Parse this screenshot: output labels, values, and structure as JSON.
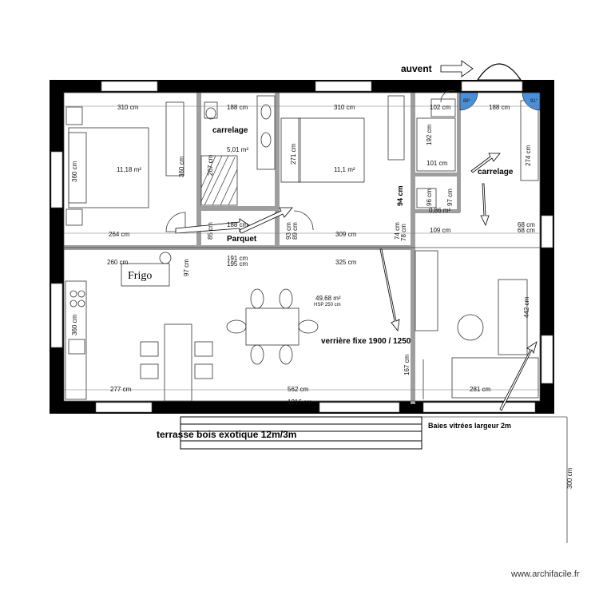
{
  "labels": {
    "auvent": "auvent",
    "carrelage_1": "carrelage",
    "carrelage_2": "carrelage",
    "parquet": "Parquet",
    "frigo": "Frigo",
    "verriere": "verrière fixe 1900 / 1250",
    "terrasse": "terrasse bois exotique 12m/3m",
    "baies": "Baies vitrées largeur 2m",
    "watermark": "www.archifacile.fr"
  },
  "areas": {
    "bedroom_1": "11,18 m²",
    "bathroom": "5,01 m²",
    "bedroom_2": "11,1 m²",
    "wc": "0,86 m²",
    "living": "49,68 m²",
    "living_hsp": "HSP 250 cm"
  },
  "dims": {
    "d_310a": "310 cm",
    "d_188a": "188 cm",
    "d_310b": "310 cm",
    "d_102": "102 cm",
    "d_188b": "188 cm",
    "d_360a": "360 cm",
    "d_267": "267 cm",
    "d_360b": "360 cm",
    "d_271": "271 cm",
    "d_192": "192 cm",
    "d_101": "101 cm",
    "d_274": "274 cm",
    "d_94": "94 cm",
    "d_96": "96 cm",
    "d_97": "97 cm",
    "d_188c": "188 cm",
    "d_264": "264 cm",
    "d_85": "85 cm",
    "d_93": "93 cm",
    "d_89": "89 cm",
    "d_309": "309 cm",
    "d_74": "74 cm",
    "d_78": "78 cm",
    "d_109": "109 cm",
    "d_68a": "68 cm",
    "d_68b": "68 cm",
    "d_260": "260 cm",
    "d_191": "191 cm",
    "d_195": "195 cm",
    "d_325": "325 cm",
    "d_97b": "97 cm",
    "d_360c": "360 cm",
    "d_442": "442 cm",
    "d_167": "167 cm",
    "d_277": "277 cm",
    "d_562": "562 cm",
    "d_281": "281 cm",
    "d_1216": "1216 cm",
    "d_300": "300 cm",
    "angle_89": "89°",
    "angle_91": "91°"
  },
  "colors": {
    "wall": "#000000",
    "partition": "#9e9e9e",
    "line": "#333333"
  }
}
